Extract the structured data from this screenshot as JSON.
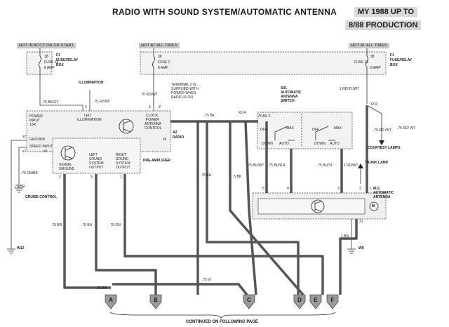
{
  "header": {
    "title": "RADIO WITH SOUND SYSTEM/AUTOMATIC ANTENNA",
    "production_line1": "MY 1988 UP TO",
    "production_line2": "8/88 PRODUCTION"
  },
  "bus_labels": {
    "left": "HOT IN ACCY ON OR START",
    "middle": "HOT AT ALL TIMES",
    "right": "HOT AT ALL TIMES"
  },
  "fuses": {
    "fuse18_num": "18",
    "fuse18_name": "FUSE 18",
    "fuse18_amp": "8 AMP",
    "fuse2_num": "38",
    "fuse2_name": "FUSE 2",
    "fuse2_amp": "8 AMP",
    "fuse15_num": "38",
    "fuse15_name": "FUSE 15",
    "fuse15_amp": "8 AMP",
    "f1_left_1": "F1",
    "f1_left_2": "FUSE/RELAY",
    "f1_left_3": "BOX",
    "f1_right_1": "F1",
    "f1_right_2": "FUSE/RELAY",
    "f1_right_3": "BOX"
  },
  "wires": {
    "bk_gy": ".75 BK/GY",
    "gy_pk": ".75 GY/PK",
    "rd_wt_70": ".70 RD/WT",
    "bk_75_top": ".75 BK",
    "x1_4": "X1/4",
    "bu_2": ".75 BU 2",
    "bu_1": ".75 BU",
    "bk_5": ".5 BK",
    "bu_wt": ".75 BU/WT",
    "bu_gn": ".75 BU/GN",
    "bu_yl": ".75 BU/YL",
    "rd_wt_1": "1 RD/WT",
    "rd_yl_wt": "1 RD/YL/WT",
    "x10": "X/10",
    "rd_wt_75a": ".75 RD /WT",
    "rd_wt_75b": ".75 RD/ WT",
    "gn_bk": ".75 GN/BK",
    "br_left": ".75 BR",
    "br_lower": ".75 BR",
    "bu_lower": ".75 BU",
    "gn_lower": ".75 GN",
    "vi": ".75 VI",
    "br_bottom": ".75 BR",
    "br_right": "1 BR"
  },
  "radio": {
    "illumination": "ILLUMINATION",
    "terminal_note_1": "TERMINAL Z IS",
    "terminal_note_2": "SUPPLIED WITH",
    "terminal_note_3": "POWER WHEN",
    "terminal_note_4": "RADIO IS ON",
    "power_input_1": "POWER",
    "power_input_2": "INPUT",
    "power_input_3": "15R",
    "led_1": "LED",
    "led_2": "ILLUMINATION",
    "clock_1": "CLOCK",
    "clock_2": "POWER",
    "clock_3": "ANTENNA",
    "clock_4": "CONTROL",
    "ground": "GROUND",
    "speed_input": "SPEED INPUT",
    "a2_1": "A2",
    "a2_2": "RADIO",
    "pre_amp": "PRE-AMPLIFIER",
    "signal_ground_1": "SIGNAL",
    "signal_ground_2": "GROUND",
    "left_out_1": "LEFT",
    "left_out_2": "SOUND",
    "left_out_3": "SYSTEM",
    "left_out_4": "OUTPUT",
    "right_out_1": "RIGHT",
    "right_out_2": "SOUND",
    "right_out_3": "SYSTEM",
    "right_out_4": "OUTPUT",
    "cruise": "CRUISE CONTROL",
    "w12": "W12"
  },
  "switch": {
    "s91_1": "S91",
    "s91_2": "AUTOMATIC",
    "s91_3": "ANTENNA",
    "s91_4": "SWITCH",
    "off_l": "OFF",
    "max_l": "MAX",
    "down_l": "DOWN",
    "auto_l": "AUTO",
    "off_r": "OFF",
    "max_r": "MAX",
    "down_r": "DOWN",
    "auto_r": "AUTO"
  },
  "antenna": {
    "m11_1": "M11",
    "m11_2": "AUTOMATIC",
    "m11_3": "ANTENNA",
    "trunk": "TRUNK LAMP",
    "courtesy": "COURTESY LAMPS",
    "w8": "W8",
    "m": "M",
    "pin31": "31"
  },
  "connectors": [
    "A",
    "B",
    "C",
    "D",
    "E",
    "F"
  ],
  "footer": {
    "continued": "CONTINUED ON FOLLOWING PAGE"
  },
  "pins": {
    "p3": "3",
    "p4": "4",
    "p1": "1",
    "p2": "2",
    "p3b": "3",
    "p1b": "1",
    "p5": "5",
    "p4b": "4",
    "p3c": "3",
    "p2b": "2",
    "p1c": "1",
    "z": "Z",
    "x1": "x1",
    "x3": "x3",
    "x2": "x2",
    "x5": "x5"
  }
}
